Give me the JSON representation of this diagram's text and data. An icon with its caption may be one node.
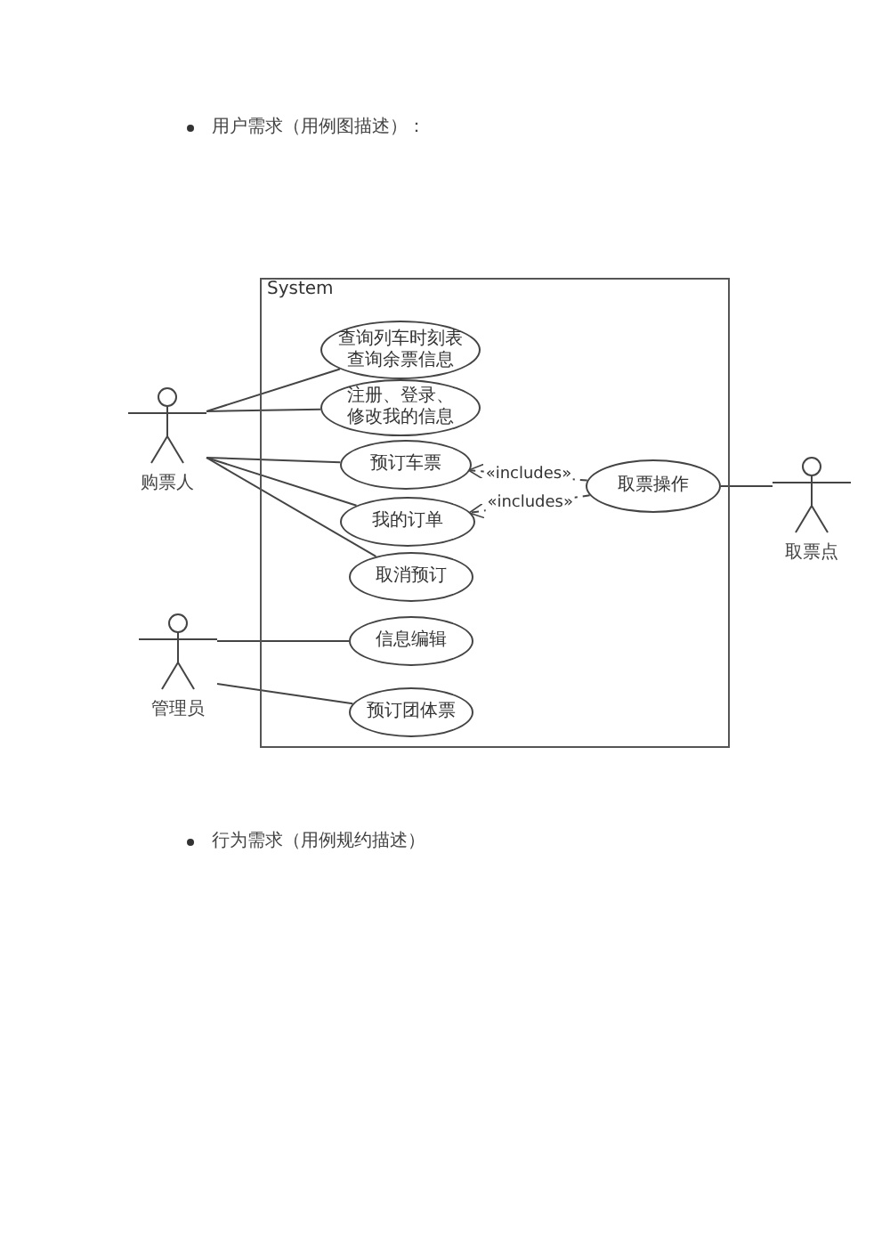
{
  "diagram": {
    "nodes": [
      {
        "text": [
          "System"
        ]
      },
      {
        "text": [
          "查询列车时刻表",
          "查询余票信息"
        ],
        "in": 0
      },
      {
        "text": [
          "注册、登录、修改我的信息"
        ],
        "in": 0
      },
      {
        "text": [
          "预订车票"
        ],
        "in": 0
      },
      {
        "text": [
          "我的订单"
        ],
        "in": 0
      },
      {
        "text": [
          "取消预订"
        ],
        "in": 0
      },
      {
        "text": [
          "信息编辑"
        ],
        "in": 0
      },
      {
        "text": [
          "预订团体票"
        ],
        "in": 0
      },
      {
        "text": [
          "取票操作"
        ],
        "in": 0
      },
      {
        "text": [
          "购票人"
        ]
      },
      {
        "text": [
          "管理员"
        ]
      },
      {
        "text": [
          "取票点"
        ]
      }
    ],
    "edges": [
      {
        "from": 9,
        "to": 1,
        "arrow": "none"
      },
      {
        "from": 9,
        "to": 2,
        "arrow": "none"
      },
      {
        "from": 9,
        "to": 3,
        "arrow": "none"
      },
      {
        "from": 9,
        "to": 4,
        "arrow": "none"
      },
      {
        "from": 9,
        "to": 5,
        "arrow": "none"
      },
      {
        "from": 10,
        "to": 6,
        "arrow": "none"
      },
      {
        "from": 10,
        "to": 7,
        "arrow": "none"
      },
      {
        "from": 8,
        "to": 3,
        "arrow": "to",
        "style": "dashed",
        "label": "«includes»"
      },
      {
        "from": 8,
        "to": 4,
        "arrow": "to",
        "style": "dashed",
        "label": "«includes»"
      },
      {
        "from": 11,
        "to": 8,
        "arrow": "none"
      }
    ],
    "labels": [
      "用户需求（用例图描述）：",
      "行为需求（用例规约描述）"
    ]
  }
}
